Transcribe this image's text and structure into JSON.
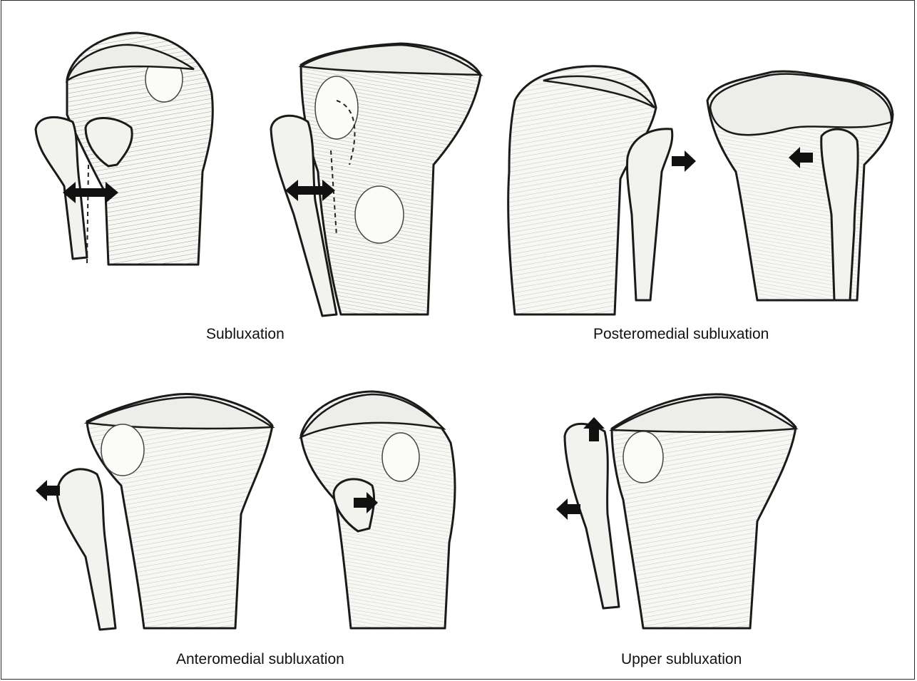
{
  "figure": {
    "panels": [
      {
        "id": "subluxation",
        "caption": "Subluxation",
        "arrows": "double-headed"
      },
      {
        "id": "posteromedial",
        "caption": "Posteromedial subluxation",
        "arrows": "right, left"
      },
      {
        "id": "anteromedial",
        "caption": "Anteromedial subluxation",
        "arrows": "left, right"
      },
      {
        "id": "upper",
        "caption": "Upper subluxation",
        "arrows": "up, left"
      }
    ]
  },
  "colors": {
    "ink": "#1a1a1a",
    "bone_fill": "#f7f7f4",
    "background": "#ffffff"
  },
  "icons": [
    "double-arrow-icon",
    "arrow-right-icon",
    "arrow-left-icon",
    "arrow-up-icon"
  ]
}
